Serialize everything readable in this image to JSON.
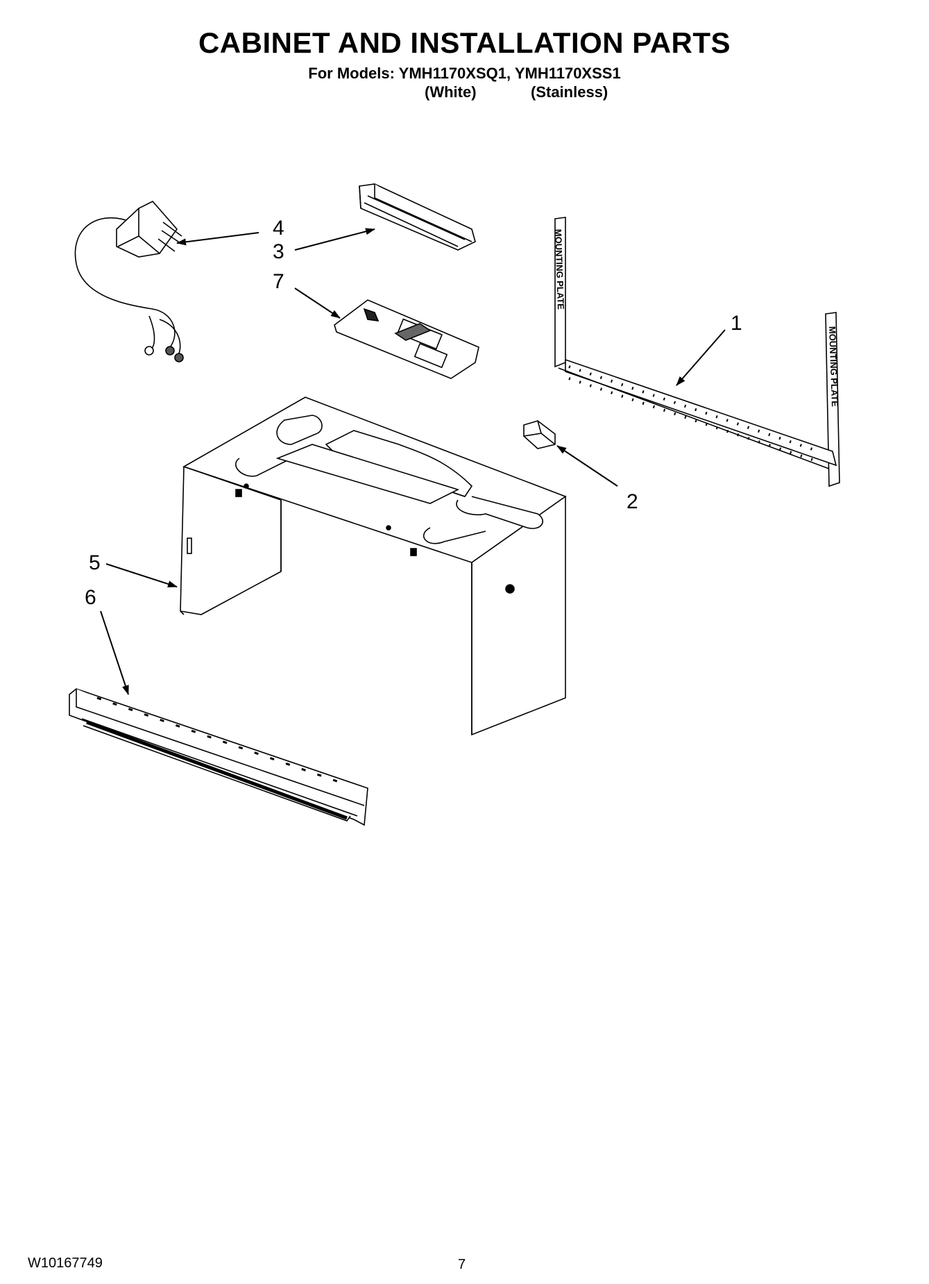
{
  "header": {
    "title": "CABINET AND INSTALLATION PARTS",
    "models_line": "For Models: YMH1170XSQ1, YMH1170XSS1",
    "variant_white": "(White)",
    "variant_stainless": "(Stainless)"
  },
  "diagram": {
    "callouts": [
      "1",
      "2",
      "3",
      "4",
      "5",
      "6",
      "7"
    ],
    "mounting_plate_text": "MOUNTING PLATE"
  },
  "footer": {
    "doc_number": "W10167749",
    "page_number": "7"
  }
}
